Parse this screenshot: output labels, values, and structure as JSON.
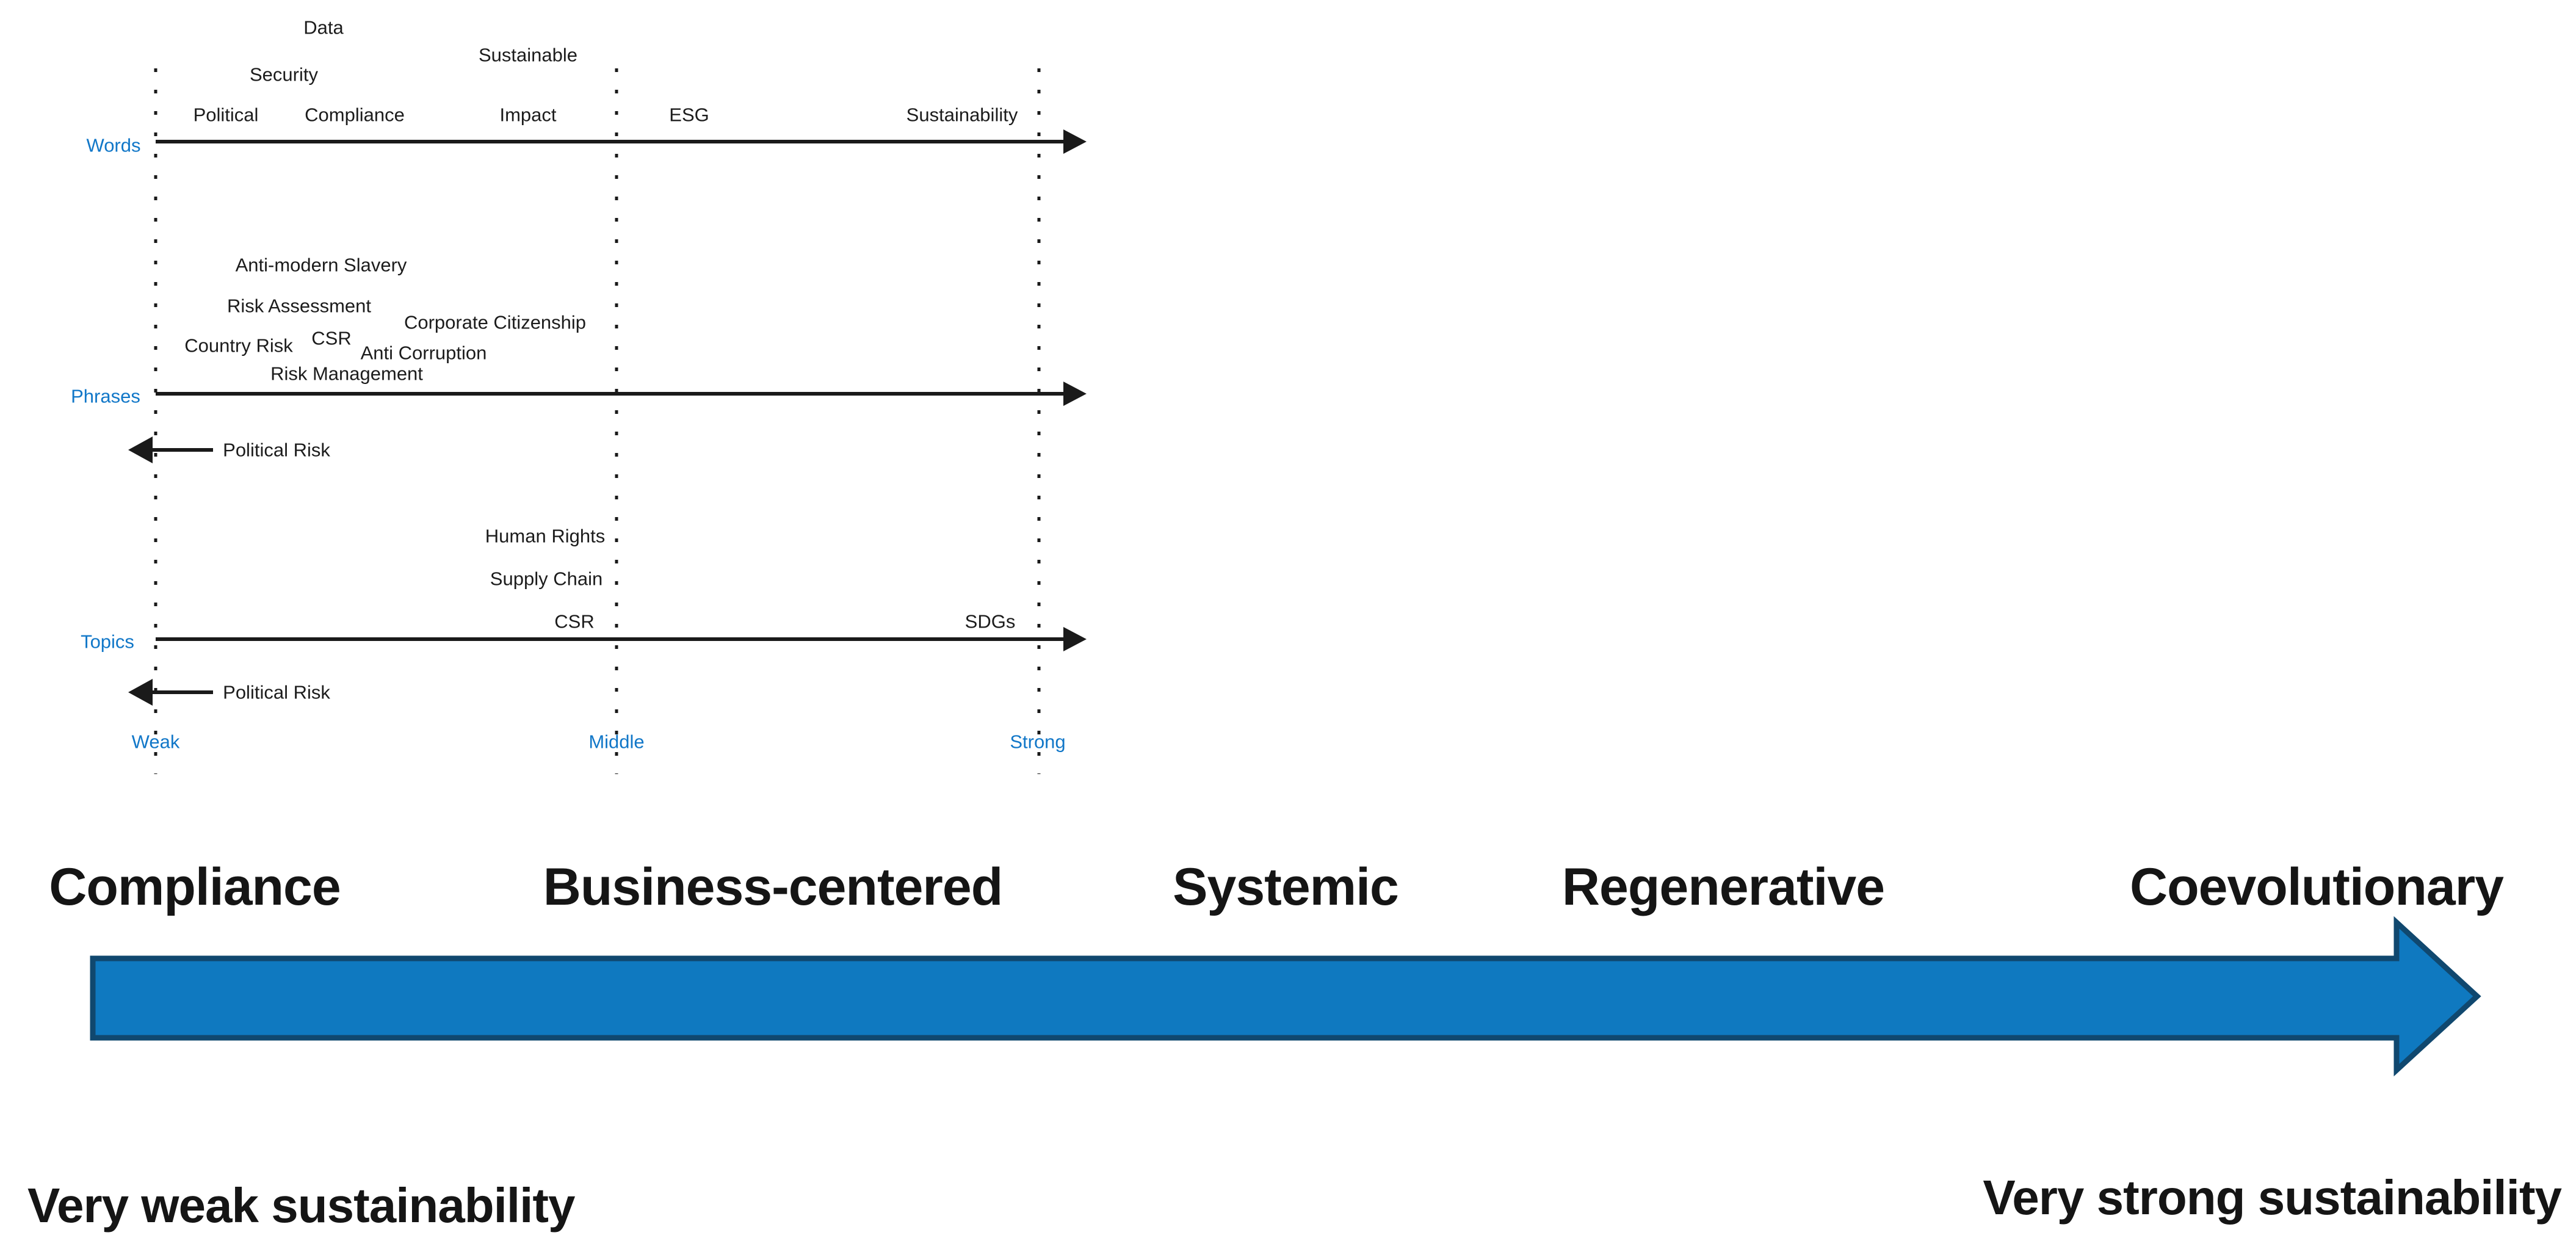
{
  "diagram": {
    "row_labels": [
      {
        "text": "Words"
      },
      {
        "text": "Phrases"
      },
      {
        "text": "Topics"
      }
    ],
    "scale_labels": [
      {
        "text": "Weak"
      },
      {
        "text": "Middle"
      },
      {
        "text": "Strong"
      }
    ],
    "words_terms": [
      {
        "text": "Political"
      },
      {
        "text": "Security"
      },
      {
        "text": "Data"
      },
      {
        "text": "Compliance"
      },
      {
        "text": "Sustainable"
      },
      {
        "text": "Impact"
      },
      {
        "text": "ESG"
      },
      {
        "text": "Sustainability"
      }
    ],
    "phrases_terms": [
      {
        "text": "Anti-modern Slavery"
      },
      {
        "text": "Risk Assessment"
      },
      {
        "text": "Corporate Citizenship"
      },
      {
        "text": "CSR"
      },
      {
        "text": "Country Risk"
      },
      {
        "text": "Anti Corruption"
      },
      {
        "text": "Risk Management"
      }
    ],
    "phrases_back_arrow": {
      "text": "Political Risk"
    },
    "topics_terms": [
      {
        "text": "Human Rights"
      },
      {
        "text": "Supply Chain"
      },
      {
        "text": "CSR"
      },
      {
        "text": "SDGs"
      }
    ],
    "topics_back_arrow": {
      "text": "Political Risk"
    }
  },
  "spectrum": {
    "stages": [
      {
        "text": "Compliance"
      },
      {
        "text": "Business-centered"
      },
      {
        "text": "Systemic"
      },
      {
        "text": "Regenerative"
      },
      {
        "text": "Coevolutionary"
      }
    ],
    "left_caption": "Very weak sustainability",
    "right_caption": "Very strong sustainability"
  },
  "colors": {
    "label_blue": "#1177c8",
    "axis_black": "#1a1a1a",
    "arrow_fill": "#0f79c0",
    "arrow_border": "#10486f"
  }
}
